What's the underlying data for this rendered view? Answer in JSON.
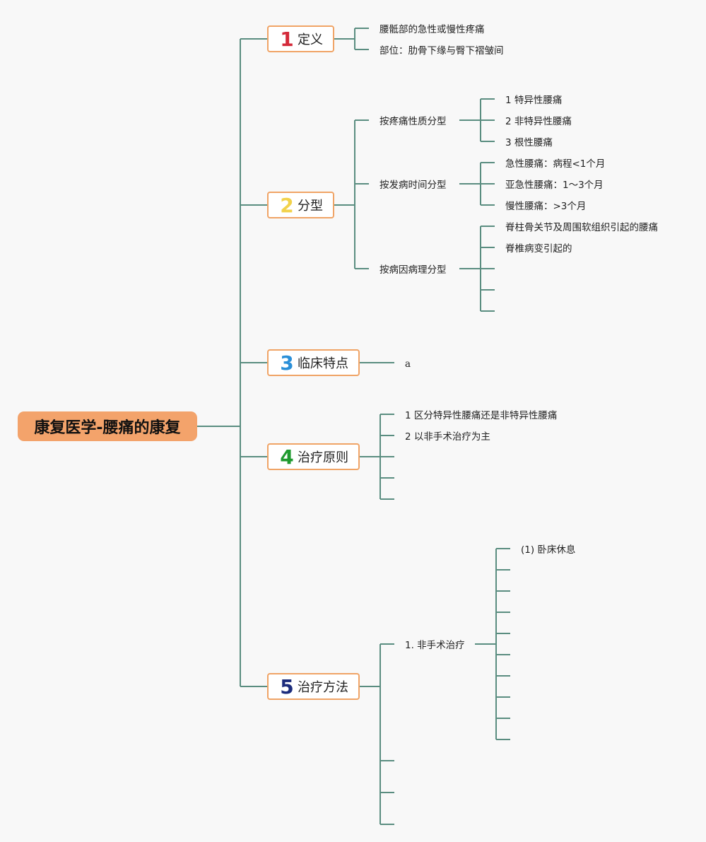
{
  "root": {
    "label": "康复医学-腰痛的康复",
    "color": "#f3a36b"
  },
  "branches": [
    {
      "num": "1",
      "num_color": "#d42a3a",
      "label": "定义",
      "children": [
        {
          "label": "腰骶部的急性或慢性疼痛"
        },
        {
          "label": "部位：肋骨下缘与臀下褶皱间"
        }
      ]
    },
    {
      "num": "2",
      "num_color": "#f2d24b",
      "label": "分型",
      "children": [
        {
          "label": "按疼痛性质分型",
          "children": [
            "1 特异性腰痛",
            "2 非特异性腰痛",
            "3 根性腰痛"
          ]
        },
        {
          "label": "按发病时间分型",
          "children": [
            "急性腰痛：病程<1个月",
            "亚急性腰痛：1〜3个月",
            "慢性腰痛：>3个月"
          ]
        },
        {
          "label": "按病因病理分型",
          "children": [
            "脊柱骨关节及周围软组织引起的腰痛",
            "脊椎病变引起的",
            "",
            "",
            ""
          ]
        }
      ]
    },
    {
      "num": "3",
      "num_color": "#2a8fd8",
      "label": "临床特点",
      "children": [
        {
          "label": "a"
        }
      ]
    },
    {
      "num": "4",
      "num_color": "#1f9a2f",
      "label": "治疗原则",
      "children": [
        {
          "label": "1 区分特异性腰痛还是非特异性腰痛"
        },
        {
          "label": "2 以非手术治疗为主"
        },
        {
          "label": ""
        },
        {
          "label": ""
        },
        {
          "label": ""
        }
      ]
    },
    {
      "num": "5",
      "num_color": "#1c2c7c",
      "label": "治疗方法",
      "children": [
        {
          "label": "1. 非手术治疗",
          "children": [
            "(1) 卧床休息",
            "",
            "",
            "",
            "",
            "",
            "",
            "",
            "",
            ""
          ]
        },
        {
          "label": ""
        },
        {
          "label": ""
        },
        {
          "label": ""
        }
      ]
    }
  ]
}
